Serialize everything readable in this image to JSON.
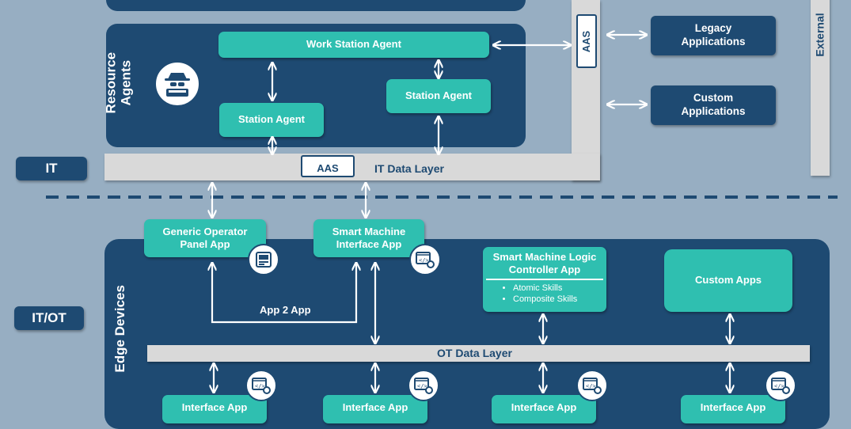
{
  "zones": {
    "it": "IT",
    "itot": "IT/OT"
  },
  "resource_agents": {
    "title": "Resource Agents",
    "work_station_agent": "Work Station Agent",
    "station_agent_left": "Station Agent",
    "station_agent_right": "Station Agent"
  },
  "aas": {
    "vertical": "AAS",
    "bottom": "AAS"
  },
  "it_data_layer": "IT Data Layer",
  "external": "External",
  "external_apps": {
    "legacy": "Legacy Applications",
    "custom": "Custom Applications"
  },
  "edge_devices": {
    "title": "Edge Devices",
    "generic_operator_panel": "Generic Operator Panel App",
    "smart_machine_interface": "Smart Machine Interface App",
    "app2app": "App 2 App",
    "logic_controller": {
      "title": "Smart Machine Logic Controller App",
      "skills": [
        "Atomic Skills",
        "Composite Skills"
      ]
    },
    "custom_apps": "Custom Apps",
    "ot_data_layer": "OT Data Layer",
    "interface_apps": [
      "Interface App",
      "Interface App",
      "Interface App",
      "Interface App"
    ]
  },
  "icons": {
    "agent_icon": "spy-agent-icon",
    "panel_icon": "monitor-panel-icon",
    "code_icon": "code-gear-icon"
  },
  "colors": {
    "background": "#97aec2",
    "panel": "#1e4a72",
    "teal": "#2fbfb0",
    "light_bar": "#d9d9d9"
  }
}
